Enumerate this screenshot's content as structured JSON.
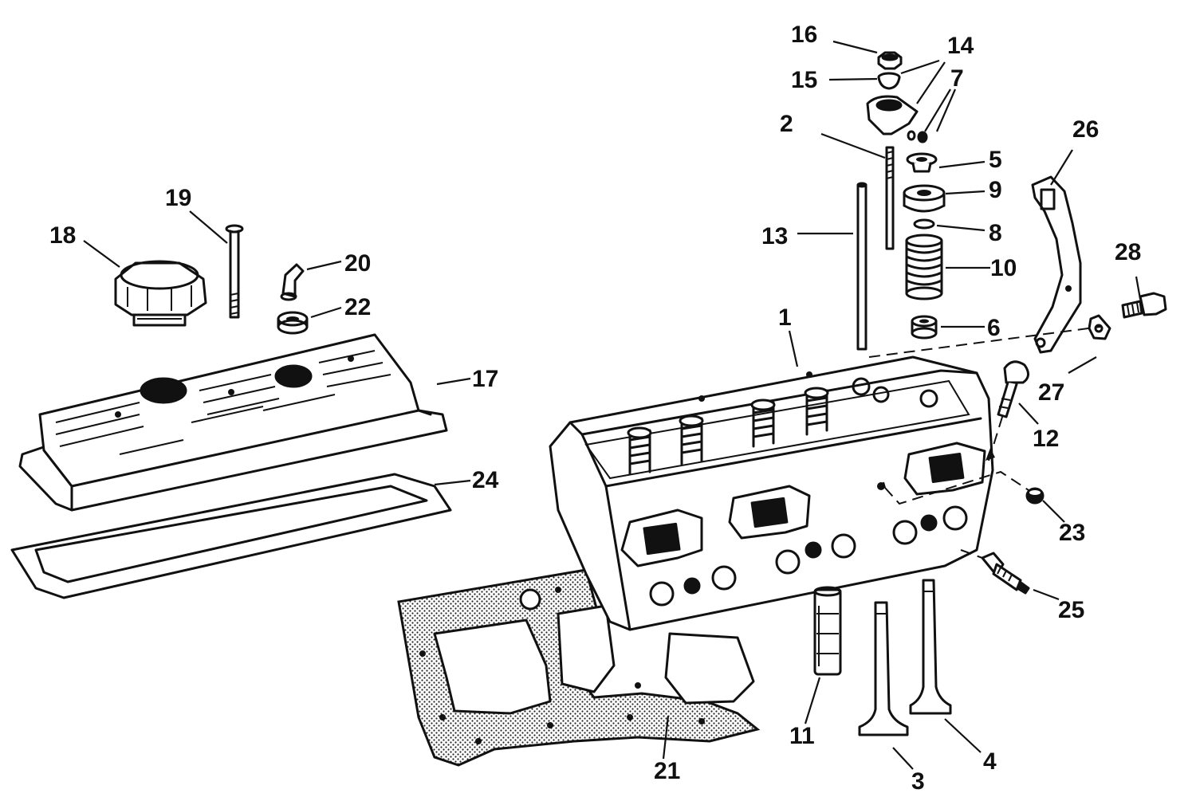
{
  "parts": [
    {
      "id": "1",
      "label": "1"
    },
    {
      "id": "2",
      "label": "2"
    },
    {
      "id": "3",
      "label": "3"
    },
    {
      "id": "4",
      "label": "4"
    },
    {
      "id": "5",
      "label": "5"
    },
    {
      "id": "6",
      "label": "6"
    },
    {
      "id": "7",
      "label": "7"
    },
    {
      "id": "8",
      "label": "8"
    },
    {
      "id": "9",
      "label": "9"
    },
    {
      "id": "10",
      "label": "10"
    },
    {
      "id": "11",
      "label": "11"
    },
    {
      "id": "12",
      "label": "12"
    },
    {
      "id": "13",
      "label": "13"
    },
    {
      "id": "14",
      "label": "14"
    },
    {
      "id": "15",
      "label": "15"
    },
    {
      "id": "16",
      "label": "16"
    },
    {
      "id": "17",
      "label": "17"
    },
    {
      "id": "18",
      "label": "18"
    },
    {
      "id": "19",
      "label": "19"
    },
    {
      "id": "20",
      "label": "20"
    },
    {
      "id": "21",
      "label": "21"
    },
    {
      "id": "22",
      "label": "22"
    },
    {
      "id": "23",
      "label": "23"
    },
    {
      "id": "24",
      "label": "24"
    },
    {
      "id": "25",
      "label": "25"
    },
    {
      "id": "26",
      "label": "26"
    },
    {
      "id": "27",
      "label": "27"
    },
    {
      "id": "28",
      "label": "28"
    }
  ]
}
